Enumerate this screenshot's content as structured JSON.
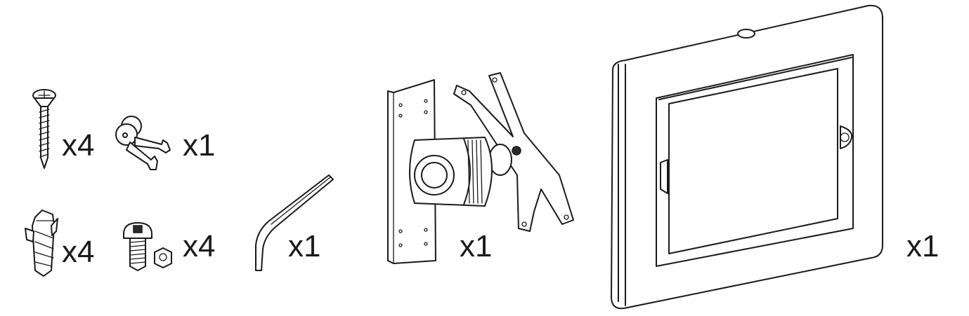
{
  "parts": [
    {
      "id": "wood-screw",
      "icon": "wood-screw-icon",
      "quantity": "x4"
    },
    {
      "id": "keys",
      "icon": "key-icon",
      "quantity": "x1"
    },
    {
      "id": "wall-anchor",
      "icon": "wall-anchor-icon",
      "quantity": "x4"
    },
    {
      "id": "bolt-nut",
      "icon": "bolt-and-nut-icon",
      "quantity": "x4"
    },
    {
      "id": "hex-key",
      "icon": "hex-key-icon",
      "quantity": "x1"
    },
    {
      "id": "swivel-mount",
      "icon": "swivel-mount-icon",
      "quantity": "x1"
    },
    {
      "id": "tablet-enclosure",
      "icon": "tablet-enclosure-icon",
      "quantity": "x1"
    }
  ],
  "colors": {
    "line": "#1a1a1a",
    "background": "#ffffff"
  }
}
